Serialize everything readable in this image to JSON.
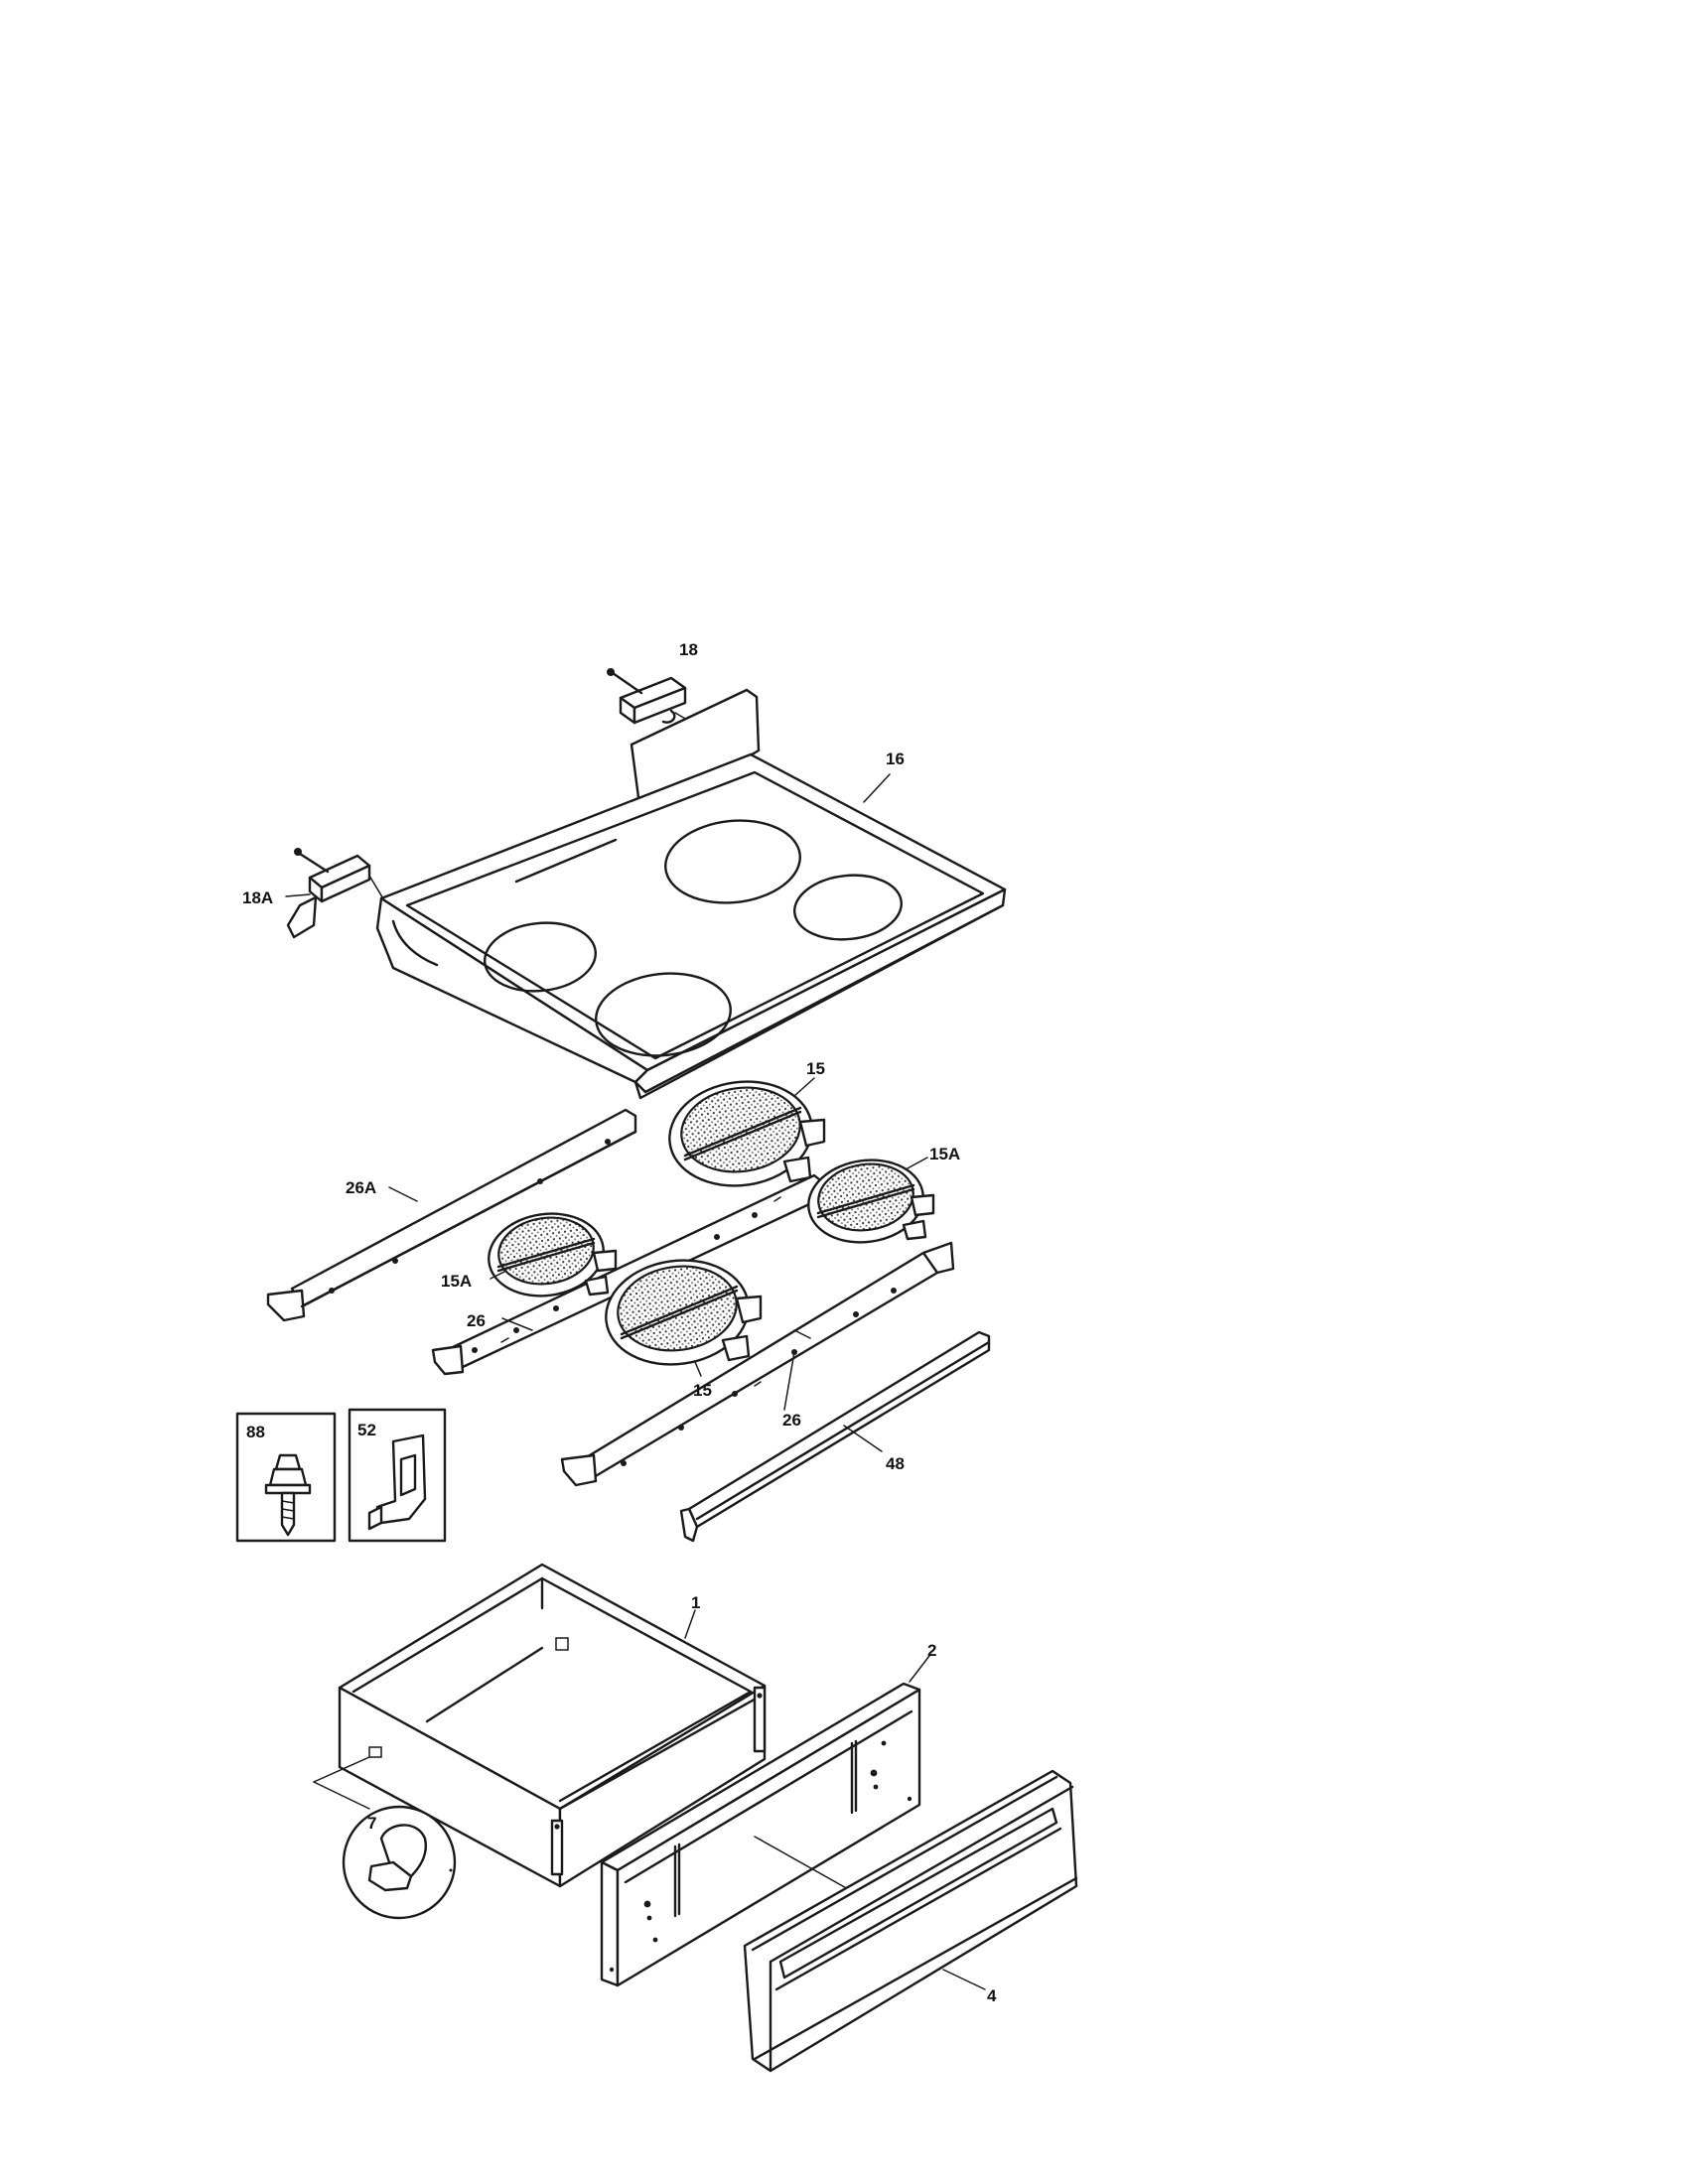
{
  "callouts": {
    "c18": "18",
    "c16": "16",
    "c18a": "18A",
    "c15_top": "15",
    "c15a_right": "15A",
    "c26a": "26A",
    "c15a_left": "15A",
    "c26_left": "26",
    "c15_bottom": "15",
    "c26_right": "26",
    "c48": "48",
    "c88": "88",
    "c52": "52",
    "c1": "1",
    "c2": "2",
    "c7": "7",
    "c4": "4"
  }
}
